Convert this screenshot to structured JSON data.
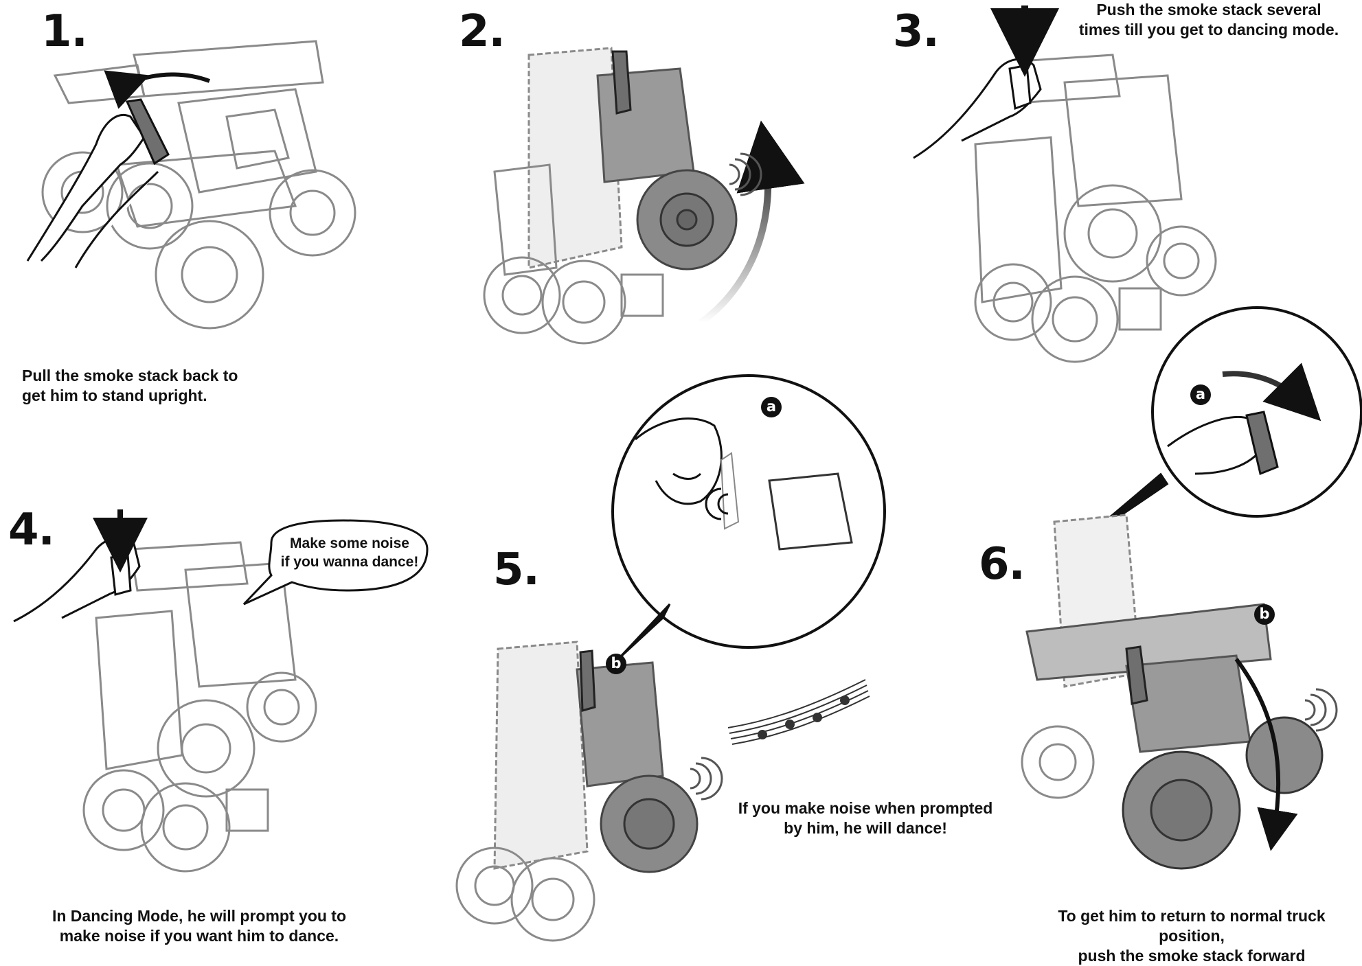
{
  "steps": [
    {
      "num": "1.",
      "caption_lines": [
        "Pull the smoke stack back to",
        "get him to stand upright."
      ]
    },
    {
      "num": "2.",
      "caption_lines": []
    },
    {
      "num": "3.",
      "caption_lines": [
        "Push the smoke stack several",
        "times till you get to dancing mode."
      ]
    },
    {
      "num": "4.",
      "caption_lines": [
        "In Dancing Mode, he will prompt you to",
        "make noise if you want him to dance."
      ],
      "speech_lines": [
        "Make some noise",
        "if you wanna dance!"
      ]
    },
    {
      "num": "5.",
      "caption_lines": [
        "If you make noise when prompted",
        "by him, he will dance!"
      ],
      "badges": [
        "a",
        "b"
      ]
    },
    {
      "num": "6.",
      "caption_lines": [
        "To get him to return to normal truck position,",
        "push the smoke stack forward"
      ],
      "badges": [
        "a",
        "b"
      ]
    }
  ],
  "colors": {
    "ink": "#111111",
    "line": "#8a8a8a",
    "dark_fill": "#6f6f6f",
    "light_fill": "#e6e6e6"
  }
}
